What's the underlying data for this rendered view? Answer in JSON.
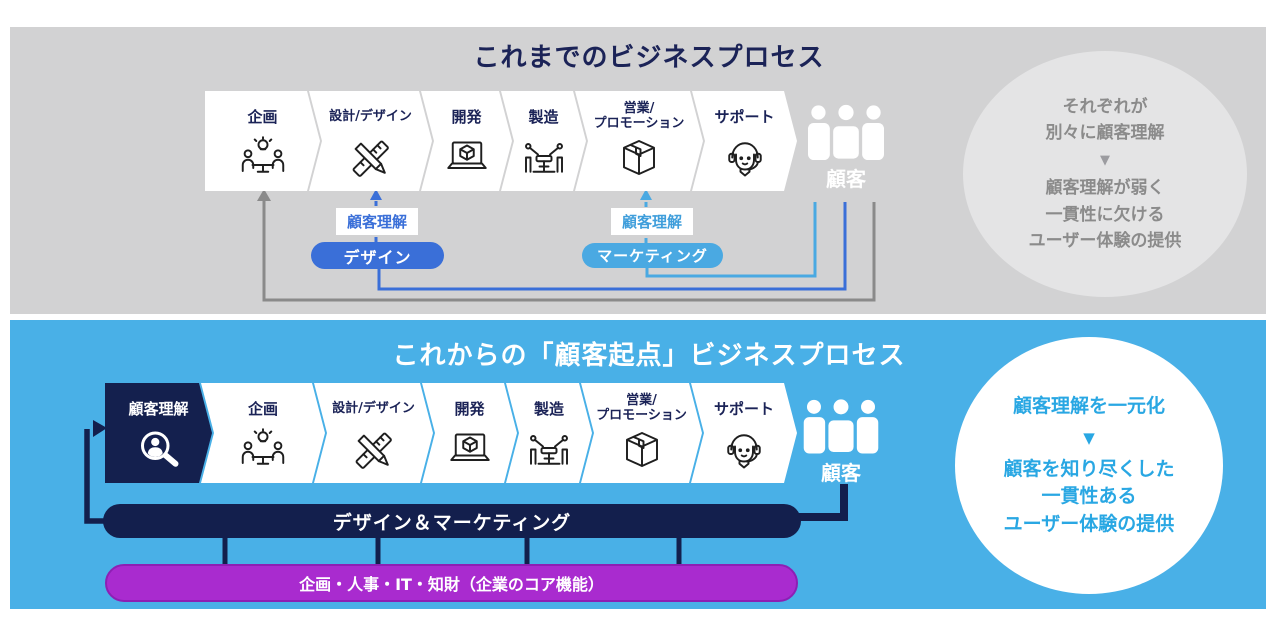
{
  "colors": {
    "top_panel_bg": "#d2d2d3",
    "bottom_panel_bg": "#49b0e7",
    "navy": "#14204e",
    "title_navy": "#1b2357",
    "royal_blue": "#3a6fd8",
    "sky_blue": "#4aa9e2",
    "purple": "#a92bcf",
    "gray_line": "#8a8a8a",
    "circle_gray_text": "#8b8b8b",
    "circle_blue_text": "#29a7e3"
  },
  "top_section": {
    "title": "これまでのビジネスプロセス",
    "steps": [
      {
        "label": "企画",
        "icon": "planning-icon"
      },
      {
        "label": "設計/デザイン",
        "icon": "design-icon"
      },
      {
        "label": "開発",
        "icon": "development-icon"
      },
      {
        "label": "製造",
        "icon": "manufacturing-icon"
      },
      {
        "label": "営業/\nプロモーション",
        "icon": "sales-promotion-icon"
      },
      {
        "label": "サポート",
        "icon": "support-icon"
      }
    ],
    "customer_label": "顧客",
    "understanding_tag_1": "顧客理解",
    "understanding_tag_2": "顧客理解",
    "design_pill": "デザイン",
    "marketing_pill": "マーケティング",
    "circle": {
      "text_top": "それぞれが\n別々に顧客理解",
      "arrow": "▼",
      "text_bottom": "顧客理解が弱く\n一貫性に欠ける\nユーザー体験の提供"
    }
  },
  "bottom_section": {
    "title": "これからの「顧客起点」ビジネスプロセス",
    "lead_step": {
      "label": "顧客理解",
      "icon": "customer-understanding-icon"
    },
    "steps": [
      {
        "label": "企画",
        "icon": "planning-icon"
      },
      {
        "label": "設計/デザイン",
        "icon": "design-icon"
      },
      {
        "label": "開発",
        "icon": "development-icon"
      },
      {
        "label": "製造",
        "icon": "manufacturing-icon"
      },
      {
        "label": "営業/\nプロモーション",
        "icon": "sales-promotion-icon"
      },
      {
        "label": "サポート",
        "icon": "support-icon"
      }
    ],
    "customer_label": "顧客",
    "design_marketing_bar": "デザイン＆マーケティング",
    "core_bar": "企画・人事・IT・知財（企業のコア機能）",
    "circle": {
      "text_top": "顧客理解を一元化",
      "arrow": "▼",
      "text_bottom": "顧客を知り尽くした\n一貫性ある\nユーザー体験の提供"
    }
  }
}
